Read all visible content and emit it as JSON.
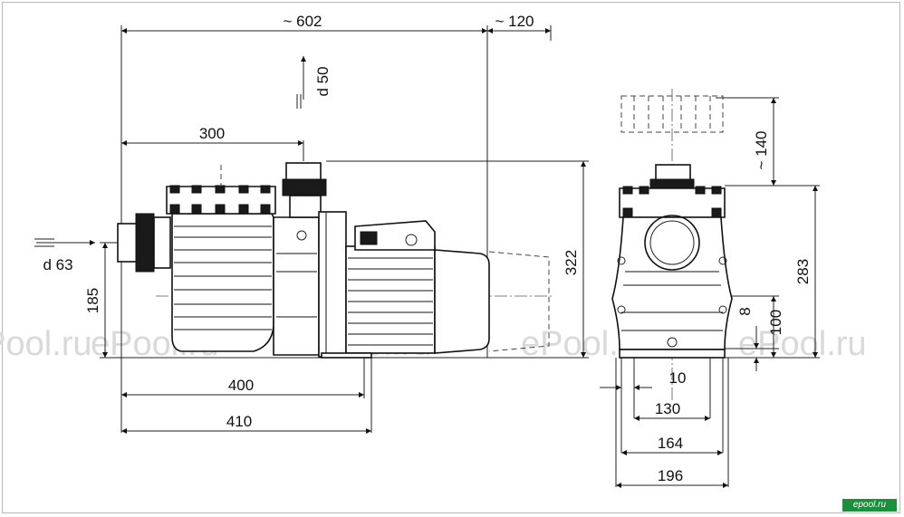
{
  "dimensions": {
    "overall_length": "~ 602",
    "motor_cover": "~ 120",
    "outlet": "d 50",
    "outlet_distance": "300",
    "inlet": "d 63",
    "inlet_height": "185",
    "total_height": "322",
    "base_400": "400",
    "base_410": "410",
    "lid_clearance": "~ 140",
    "side_height": "283",
    "foot_8": "8",
    "axis_100": "100",
    "foot_10": "10",
    "bolt_130": "130",
    "base_164": "164",
    "width_196": "196"
  },
  "watermark": "ePool.ru",
  "logo_text": "epool.ru",
  "colors": {
    "line": "#111111",
    "watermark": "#d9d9d9",
    "logo": "#1c8f3c"
  }
}
